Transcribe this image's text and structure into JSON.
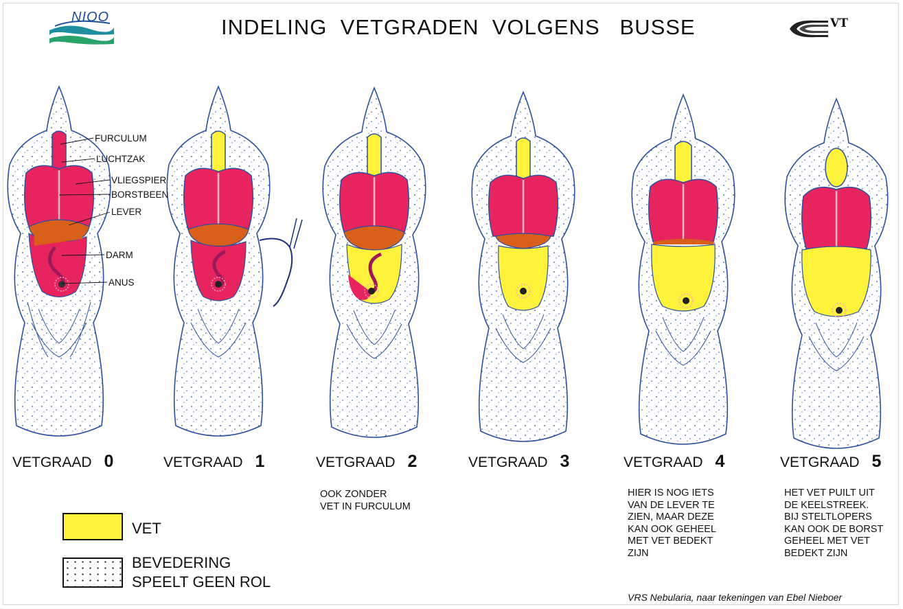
{
  "header": {
    "title": "INDELING  VETGRADEN  VOLGENS   BUSSE",
    "logo_left_text": "NIOO",
    "logo_right_text": "VT"
  },
  "anatomy_labels": [
    "FURCULUM",
    "LUCHTZAK",
    "VLIEGSPIER",
    "BORSTBEEN",
    "LEVER",
    "DARM",
    "ANUS"
  ],
  "grades": [
    {
      "label": "VETGRAAD",
      "number": "0",
      "note": ""
    },
    {
      "label": "VETGRAAD",
      "number": "1",
      "note": ""
    },
    {
      "label": "VETGRAAD",
      "number": "2",
      "note": "OOK ZONDER\nVET IN FURCULUM"
    },
    {
      "label": "VETGRAAD",
      "number": "3",
      "note": ""
    },
    {
      "label": "VETGRAAD",
      "number": "4",
      "note": "HIER IS NOG IETS\nVAN DE LEVER TE\nZIEN, MAAR DEZE\nKAN OOK GEHEEL\nMET VET BEDEKT\nZIJN"
    },
    {
      "label": "VETGRAAD",
      "number": "5",
      "note": "HET VET PUILT UIT\nDE KEELSTREEK.\nBIJ STELTLOPERS\nKAN OOK DE BORST\nGEHEEL MET VET\nBEDEKT ZIJN"
    }
  ],
  "legend": {
    "fat_label": "VET",
    "feather_label_line1": "BEVEDERING",
    "feather_label_line2": "SPEELT GEEN ROL"
  },
  "credit": "VRS Nebularia, naar tekeningen van Ebel Nieboer",
  "colors": {
    "fat": "#fff23a",
    "muscle": "#e8245e",
    "liver": "#d8601a",
    "outline": "#2a4fa0",
    "intestine": "#a0185c"
  }
}
